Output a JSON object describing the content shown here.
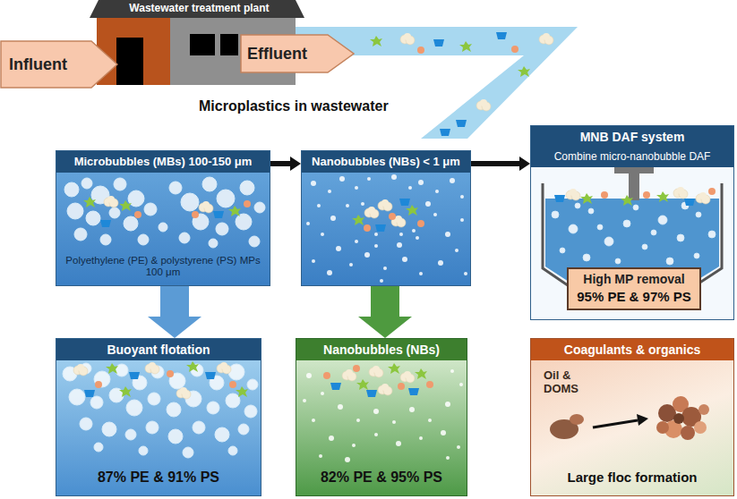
{
  "diagram": {
    "nodes": [
      {
        "text": [
          "Wastewater treatment plant"
        ]
      },
      {
        "text": [
          "Influent"
        ]
      },
      {
        "text": [
          "Effluent"
        ]
      },
      {
        "text": [
          "Microbubbles (MBs) 100-150 μm",
          "Polyethylene (PE) & polystyrene (PS) MPs 100 μm"
        ]
      },
      {
        "text": [
          "Nanobubbles (NBs) < 1 μm"
        ]
      },
      {
        "text": [
          "MNB DAF system",
          "Combine micro-nanobubble DAF"
        ]
      },
      {
        "text": [
          "High MP removal",
          "95% PE & 97% PS"
        ],
        "in": 5
      },
      {
        "text": [
          "Buoyant flotation",
          "87% PE & 91% PS"
        ]
      },
      {
        "text": [
          "Nanobubbles (NBs)",
          "82% PE & 95% PS"
        ]
      },
      {
        "text": [
          "Coagulants & organics",
          "Oil & DOMS",
          "Large floc formation"
        ]
      }
    ],
    "edges": [
      {
        "from": 3,
        "to": 4,
        "arrow": "to"
      },
      {
        "from": 4,
        "to": 5,
        "arrow": "to"
      },
      {
        "from": 3,
        "to": 7,
        "arrow": "to"
      },
      {
        "from": 4,
        "to": 8,
        "arrow": "to"
      }
    ],
    "labels": [
      "Microplastics in wastewater"
    ]
  }
}
